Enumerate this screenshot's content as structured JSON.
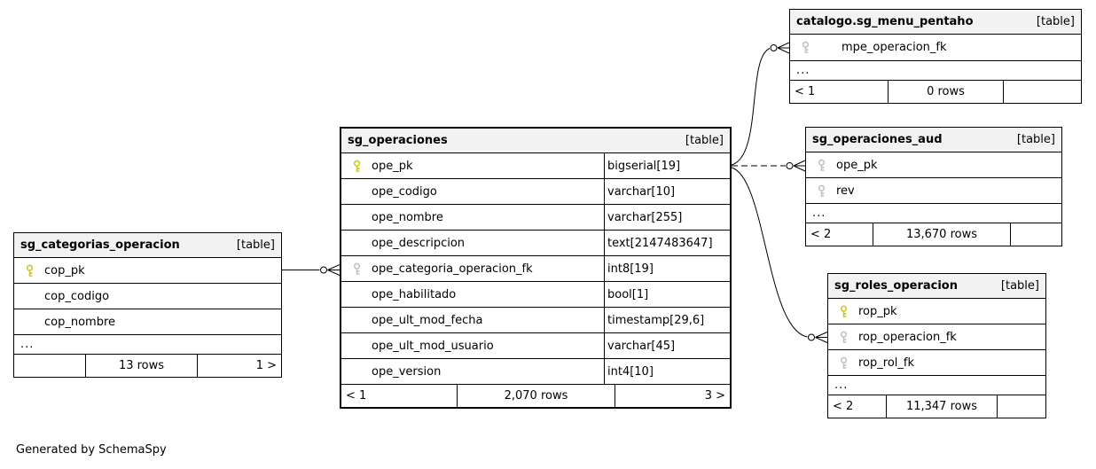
{
  "diagram": {
    "generator_note": "Generated by SchemaSpy",
    "colors": {
      "primary_key": "#c9c920",
      "foreign_key": "#c2c2c2",
      "header_bg": "#f2f2f2",
      "border": "#000000"
    }
  },
  "tables": [
    {
      "name": "sg_categorias_operacion",
      "badge": "[table]",
      "columns": [
        {
          "name": "cop_pk",
          "key": "primary"
        },
        {
          "name": "cop_codigo",
          "key": "none"
        },
        {
          "name": "cop_nombre",
          "key": "none"
        }
      ],
      "ellipsis": "...",
      "footer": {
        "left": "",
        "center": "13 rows",
        "right": "1 >"
      }
    },
    {
      "name": "sg_operaciones",
      "badge": "[table]",
      "columns": [
        {
          "name": "ope_pk",
          "type": "bigserial[19]",
          "key": "primary"
        },
        {
          "name": "ope_codigo",
          "type": "varchar[10]",
          "key": "none"
        },
        {
          "name": "ope_nombre",
          "type": "varchar[255]",
          "key": "none"
        },
        {
          "name": "ope_descripcion",
          "type": "text[2147483647]",
          "key": "none"
        },
        {
          "name": "ope_categoria_operacion_fk",
          "type": "int8[19]",
          "key": "foreign"
        },
        {
          "name": "ope_habilitado",
          "type": "bool[1]",
          "key": "none"
        },
        {
          "name": "ope_ult_mod_fecha",
          "type": "timestamp[29,6]",
          "key": "none"
        },
        {
          "name": "ope_ult_mod_usuario",
          "type": "varchar[45]",
          "key": "none"
        },
        {
          "name": "ope_version",
          "type": "int4[10]",
          "key": "none"
        }
      ],
      "footer": {
        "left": "< 1",
        "center": "2,070 rows",
        "right": "3 >"
      }
    },
    {
      "name": "catalogo.sg_menu_pentaho",
      "badge": "[table]",
      "columns": [
        {
          "name": "mpe_operacion_fk",
          "key": "foreign"
        }
      ],
      "ellipsis": "...",
      "footer": {
        "left": "< 1",
        "center": "0 rows",
        "right": ""
      }
    },
    {
      "name": "sg_operaciones_aud",
      "badge": "[table]",
      "columns": [
        {
          "name": "ope_pk",
          "key": "foreign"
        },
        {
          "name": "rev",
          "key": "foreign"
        }
      ],
      "ellipsis": "...",
      "footer": {
        "left": "< 2",
        "center": "13,670 rows",
        "right": ""
      }
    },
    {
      "name": "sg_roles_operacion",
      "badge": "[table]",
      "columns": [
        {
          "name": "rop_pk",
          "key": "primary"
        },
        {
          "name": "rop_operacion_fk",
          "key": "foreign"
        },
        {
          "name": "rop_rol_fk",
          "key": "foreign"
        }
      ],
      "ellipsis": "...",
      "footer": {
        "left": "< 2",
        "center": "11,347 rows",
        "right": ""
      }
    }
  ],
  "relationships": [
    {
      "from": "sg_categorias_operacion.cop_pk",
      "to": "sg_operaciones.ope_categoria_operacion_fk",
      "style": "solid"
    },
    {
      "from": "sg_operaciones.ope_pk",
      "to": "catalogo.sg_menu_pentaho.mpe_operacion_fk",
      "style": "solid"
    },
    {
      "from": "sg_operaciones.ope_pk",
      "to": "sg_operaciones_aud.ope_pk",
      "style": "dashed"
    },
    {
      "from": "sg_operaciones.ope_pk",
      "to": "sg_roles_operacion.rop_operacion_fk",
      "style": "solid"
    }
  ]
}
